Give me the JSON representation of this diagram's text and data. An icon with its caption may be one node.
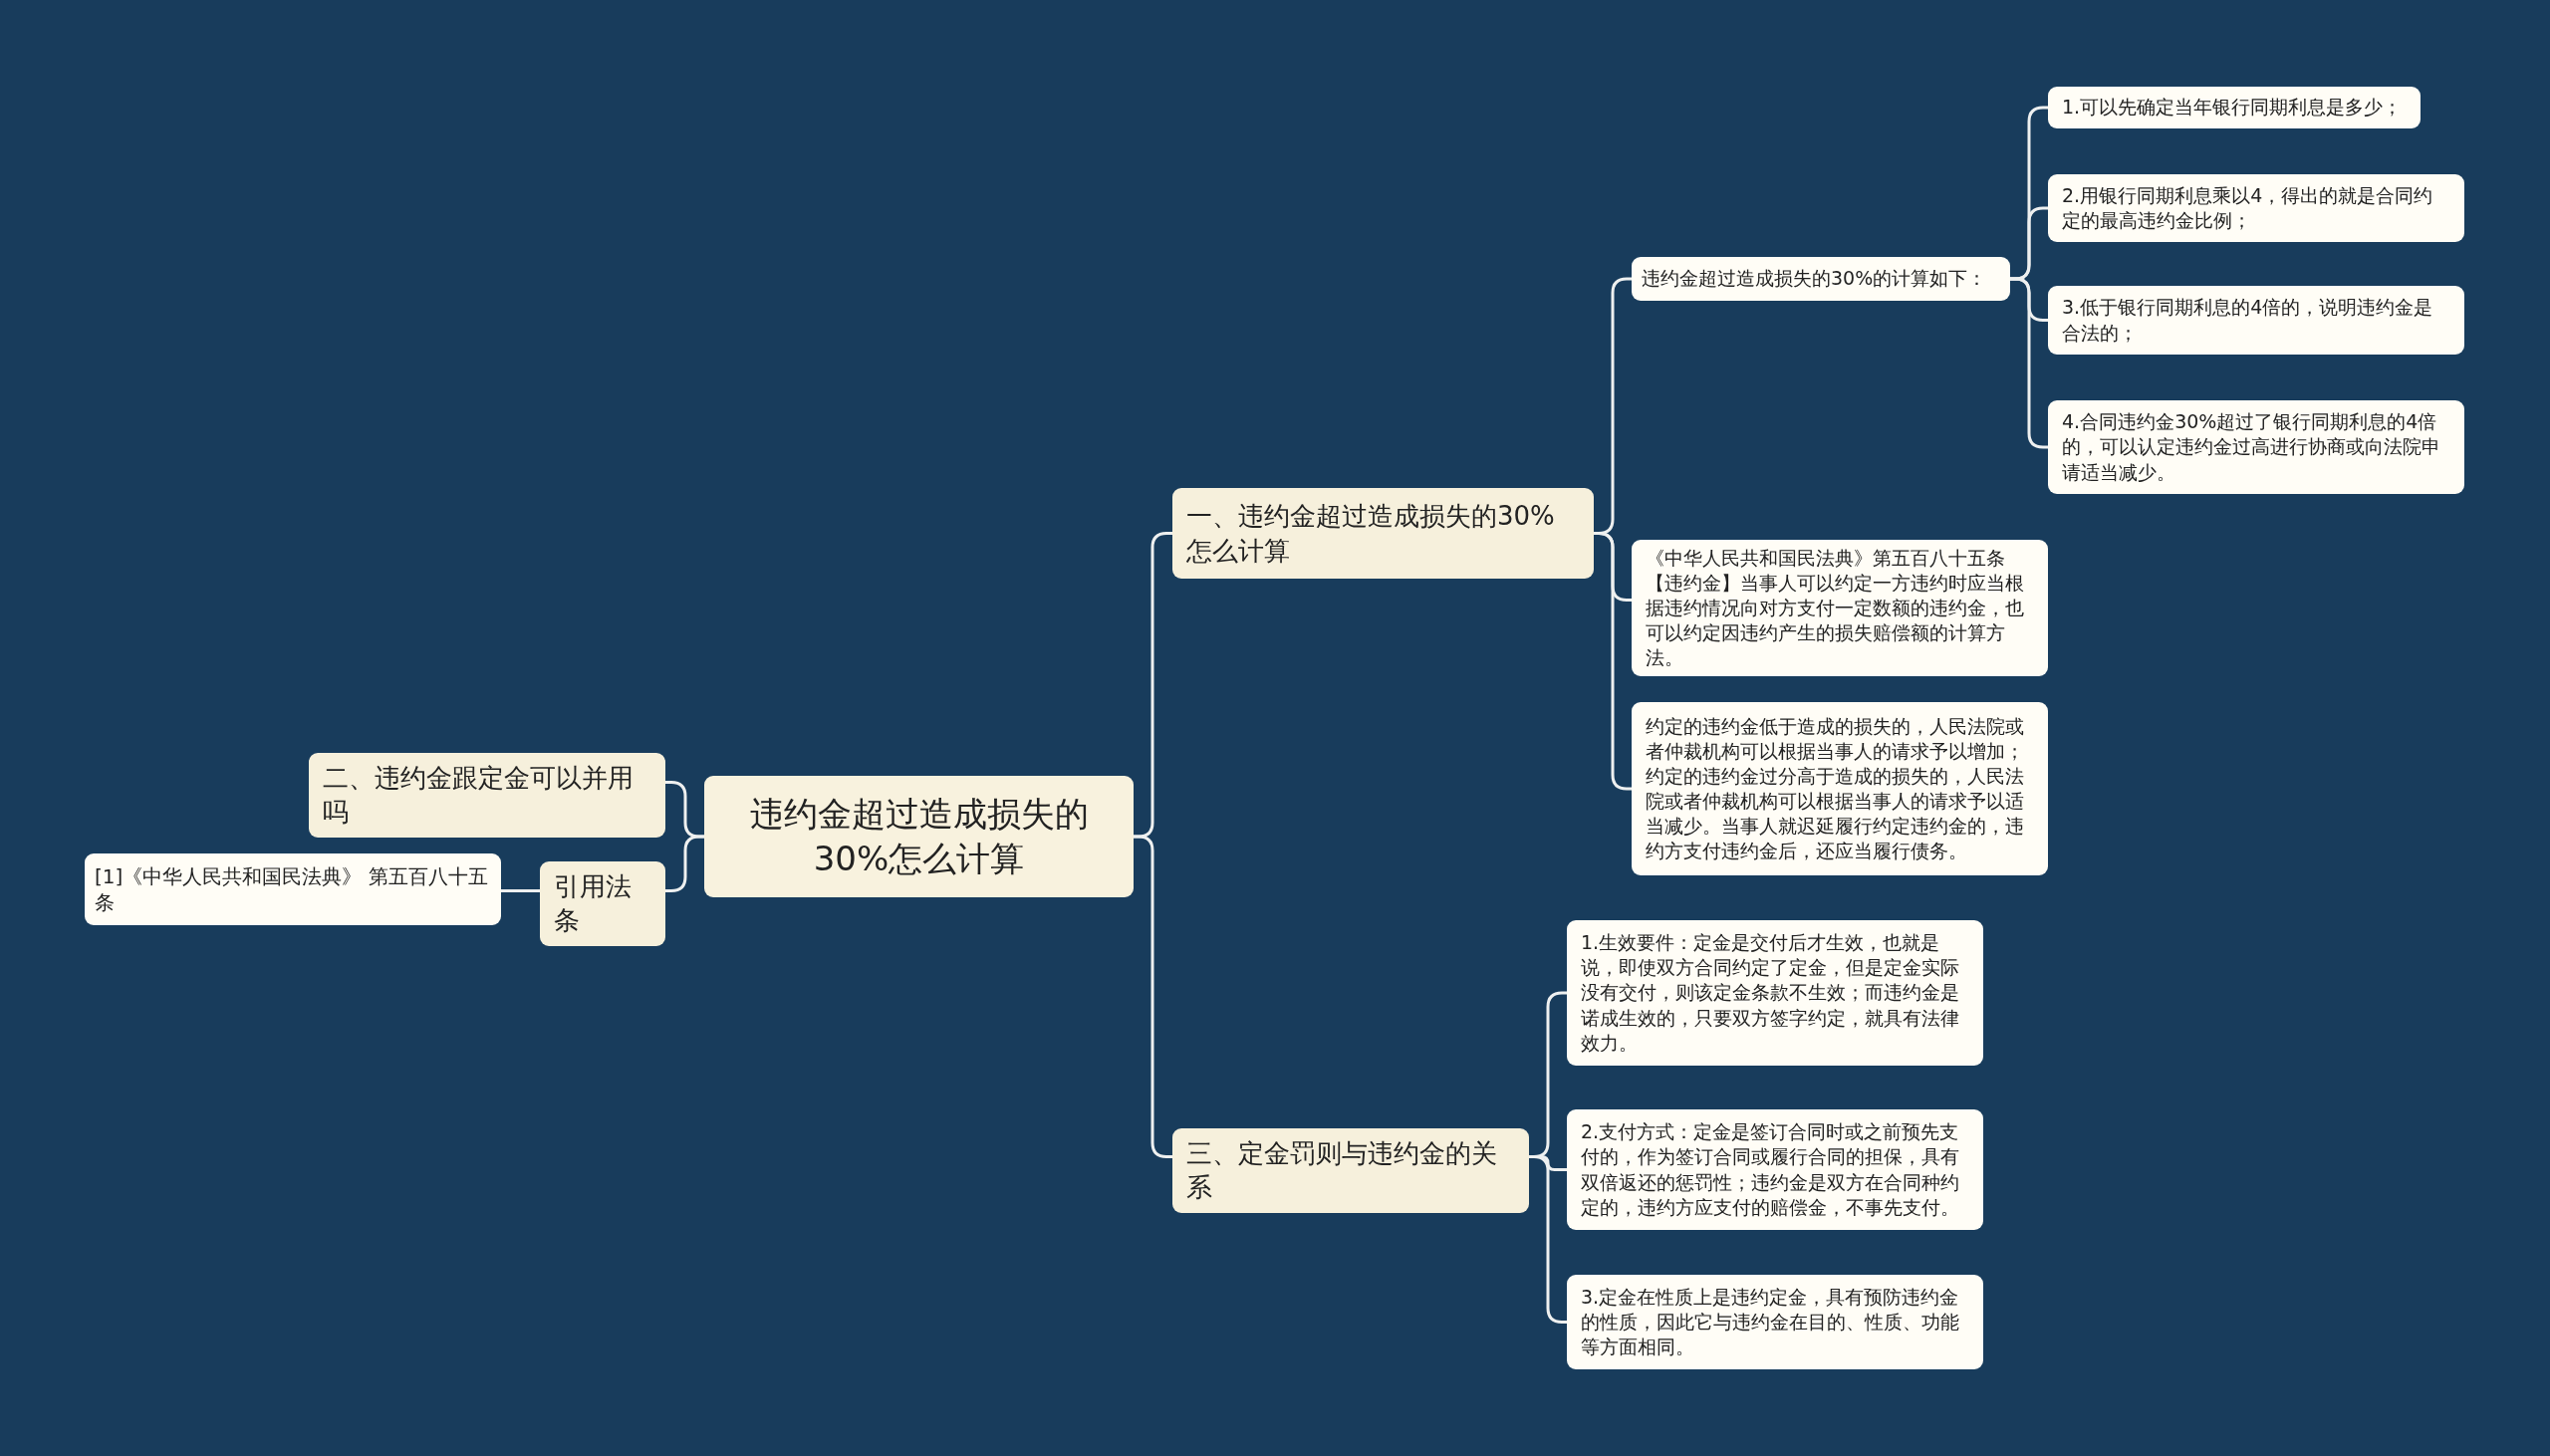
{
  "diagram": {
    "nodes": [
      {
        "text": [
          "违约金超过造成损失的30%怎么计算"
        ]
      },
      {
        "text": [
          "一、违约金超过造成损失的30%怎么计算"
        ]
      },
      {
        "text": [
          "违约金超过造成损失的30%的计算如下："
        ]
      },
      {
        "text": [
          "1.可以先确定当年银行同期利息是多少；"
        ]
      },
      {
        "text": [
          "2.用银行同期利息乘以4，得出的就是合同约定的最高违约金比例；"
        ]
      },
      {
        "text": [
          "3.低于银行同期利息的4倍的，说明违约金是合法的；"
        ]
      },
      {
        "text": [
          "4.合同违约金30%超过了银行同期利息的4倍的，可以认定违约金过高进行协商或向法院申请适当减少。"
        ]
      },
      {
        "text": [
          "《中华人民共和国民法典》第五百八十五条【违约金】当事人可以约定一方违约时应当根据违约情况向对方支付一定数额的违约金，也可以约定因违约产生的损失赔偿额的计算方法。"
        ]
      },
      {
        "text": [
          "约定的违约金低于造成的损失的，人民法院或者仲裁机构可以根据当事人的请求予以增加；约定的违约金过分高于造成的损失的，人民法院或者仲裁机构可以根据当事人的请求予以适当减少。当事人就迟延履行约定违约金的，违约方支付违约金后，还应当履行债务。"
        ]
      },
      {
        "text": [
          "三、定金罚则与违约金的关系"
        ]
      },
      {
        "text": [
          "1.生效要件：定金是交付后才生效，也就是说，即使双方合同约定了定金，但是定金实际没有交付，则该定金条款不生效；而违约金是诺成生效的，只要双方签字约定，就具有法律效力。"
        ]
      },
      {
        "text": [
          "2.支付方式：定金是签订合同时或之前预先支付的，作为签订合同或履行合同的担保，具有双倍返还的惩罚性；违约金是双方在合同种约定的，违约方应支付的赔偿金，不事先支付。"
        ]
      },
      {
        "text": [
          "3.定金在性质上是违约定金，具有预防违约金的性质，因此它与违约金在目的、性质、功能等方面相同。"
        ]
      },
      {
        "text": [
          "二、违约金跟定金可以并用吗"
        ]
      },
      {
        "text": [
          "引用法条"
        ]
      },
      {
        "text": [
          "[1]《中华人民共和国民法典》 第五百八十五条"
        ]
      }
    ],
    "edges": [
      {
        "from": 0,
        "to": 1,
        "arrow": "none"
      },
      {
        "from": 1,
        "to": 2,
        "arrow": "none"
      },
      {
        "from": 2,
        "to": 3,
        "arrow": "none"
      },
      {
        "from": 2,
        "to": 4,
        "arrow": "none"
      },
      {
        "from": 2,
        "to": 5,
        "arrow": "none"
      },
      {
        "from": 2,
        "to": 6,
        "arrow": "none"
      },
      {
        "from": 1,
        "to": 7,
        "arrow": "none"
      },
      {
        "from": 1,
        "to": 8,
        "arrow": "none"
      },
      {
        "from": 0,
        "to": 9,
        "arrow": "none"
      },
      {
        "from": 9,
        "to": 10,
        "arrow": "none"
      },
      {
        "from": 9,
        "to": 11,
        "arrow": "none"
      },
      {
        "from": 9,
        "to": 12,
        "arrow": "none"
      },
      {
        "from": 0,
        "to": 13,
        "arrow": "none"
      },
      {
        "from": 0,
        "to": 14,
        "arrow": "none"
      },
      {
        "from": 14,
        "to": 15,
        "arrow": "none"
      }
    ]
  }
}
